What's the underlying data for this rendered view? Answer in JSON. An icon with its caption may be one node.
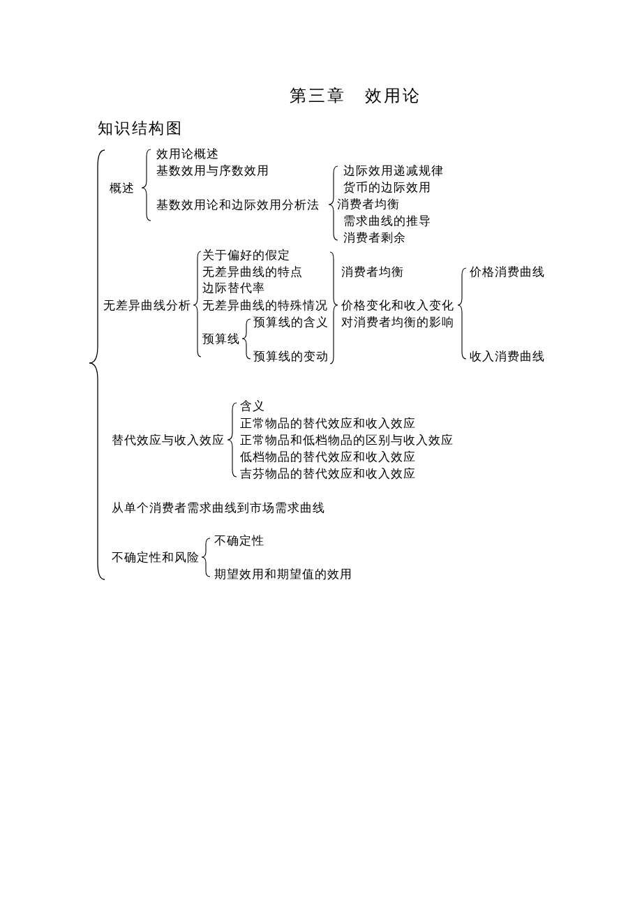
{
  "diagram": {
    "title": "第三章　效用论",
    "nodes": [
      {
        "text": [
          "概述"
        ]
      },
      {
        "text": [
          "效用论概述"
        ]
      },
      {
        "text": [
          "基数效用与序数效用"
        ]
      },
      {
        "text": [
          "基数效用论和边际效用分析法"
        ]
      },
      {
        "text": [
          "边际效用递减规律"
        ]
      },
      {
        "text": [
          "货币的边际效用"
        ]
      },
      {
        "text": [
          "消费者均衡"
        ]
      },
      {
        "text": [
          "需求曲线的推导"
        ]
      },
      {
        "text": [
          "消费者剩余"
        ]
      },
      {
        "text": [
          "无差异曲线分析"
        ]
      },
      {
        "text": [
          "关于偏好的假定"
        ]
      },
      {
        "text": [
          "无差异曲线的特点"
        ]
      },
      {
        "text": [
          "边际替代率"
        ]
      },
      {
        "text": [
          "无差异曲线的特殊情况"
        ]
      },
      {
        "text": [
          "预算线"
        ]
      },
      {
        "text": [
          "预算线的含义"
        ]
      },
      {
        "text": [
          "预算线的变动"
        ]
      },
      {
        "text": [
          "消费者均衡"
        ]
      },
      {
        "text": [
          "价格变化和收入变化对消费者均衡的影响"
        ]
      },
      {
        "text": [
          "价格消费曲线"
        ]
      },
      {
        "text": [
          "收入消费曲线"
        ]
      },
      {
        "text": [
          "替代效应与收入效应"
        ]
      },
      {
        "text": [
          "含义"
        ]
      },
      {
        "text": [
          "正常物品的替代效应和收入效应"
        ]
      },
      {
        "text": [
          "正常物品和低档物品的区别与收入效应"
        ]
      },
      {
        "text": [
          "低档物品的替代效应和收入效应"
        ]
      },
      {
        "text": [
          "吉芬物品的替代效应和收入效应"
        ]
      },
      {
        "text": [
          "从单个消费者需求曲线到市场需求曲线"
        ]
      },
      {
        "text": [
          "不确定性和风险"
        ]
      },
      {
        "text": [
          "不确定性"
        ]
      },
      {
        "text": [
          "期望效用和期望值的效用"
        ]
      }
    ],
    "labels": [
      "知识结构图"
    ]
  }
}
